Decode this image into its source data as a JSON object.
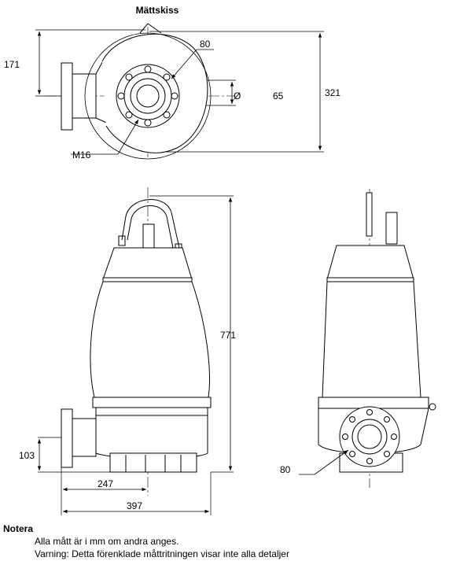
{
  "title": "Mättskiss",
  "top_view": {
    "dim_height": "171",
    "dim_width": "321",
    "dim_pcd": "80",
    "dim_bore_symbol": "Ø",
    "dim_bore": "65",
    "bolt_label": "M16"
  },
  "front_view": {
    "dim_height": "771",
    "dim_outlet_height": "103",
    "dim_outlet_to_center": "247",
    "dim_overall_width": "397"
  },
  "side_view": {
    "dim_flange": "80"
  },
  "notes": {
    "heading": "Notera",
    "line1": "Alla mått är i mm om andra anges.",
    "line2": "Varning: Detta förenklade måttritningen visar inte alla detaljer"
  }
}
